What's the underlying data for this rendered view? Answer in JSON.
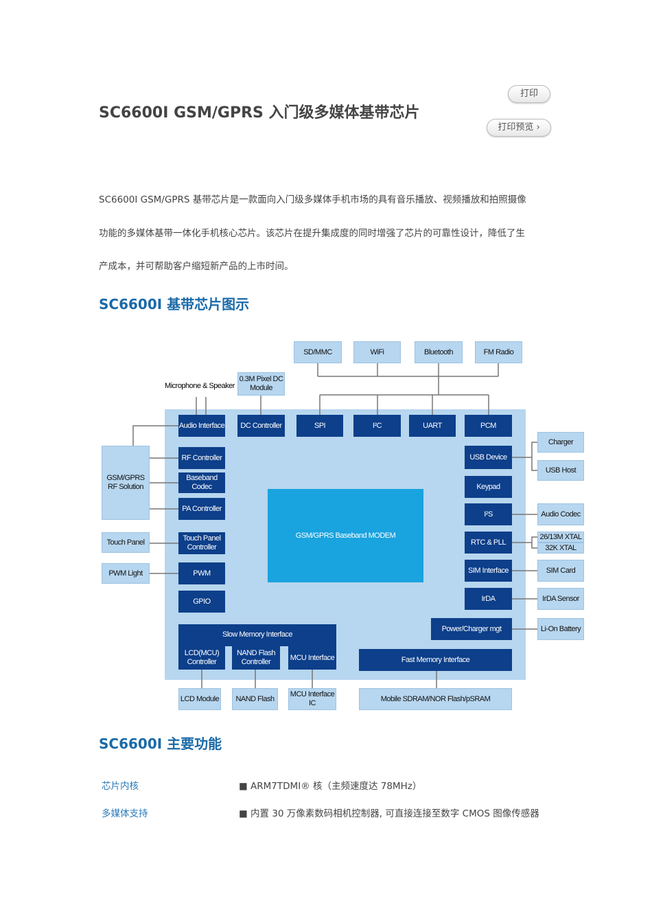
{
  "header": {
    "title": "SC6600I GSM/GPRS 入门级多媒体基带芯片",
    "print": "打印",
    "print_preview": "打印预览 ›"
  },
  "intro": [
    "SC6600I GSM/GPRS 基带芯片是一款面向入门级多媒体手机市场的具有音乐播放、视频播放和拍照摄像",
    "功能的多媒体基带一体化手机核心芯片。该芯片在提升集成度的同时增强了芯片的可靠性设计，降低了生",
    "产成本，并可帮助客户缩短新产品的上市时间。"
  ],
  "section1": "SC6600I 基带芯片图示",
  "diagram": {
    "top": [
      "SD/MMC",
      "WiFi",
      "Bluetooth",
      "FM Radio"
    ],
    "mic": "Microphone & Speaker",
    "dcmodule": "0.3M Pixel DC Module",
    "toprow": [
      "Audio Interface",
      "DC Controller",
      "SPI",
      "I²C",
      "UART",
      "PCM"
    ],
    "leftinner": [
      "RF Controller",
      "Baseband Codec",
      "PA Controller",
      "Touch Panel Controller",
      "PWM",
      "GPIO"
    ],
    "leftouter": [
      "GSM/GPRS RF Solution",
      "Touch Panel",
      "PWM Light"
    ],
    "modem": "GSM/GPRS Baseband MODEM",
    "rightinner": [
      "USB Device",
      "Keypad",
      "I²S",
      "RTC & PLL",
      "SIM Interface",
      "IrDA",
      "Power/Charger mgt"
    ],
    "rightouter": [
      "Charger",
      "USB Host",
      "Audio Codec",
      "26/13M XTAL",
      "32K XTAL",
      "SIM Card",
      "IrDA Sensor",
      "Li-On Battery"
    ],
    "slow": "Slow Memory Interface",
    "slowsub": [
      "LCD(MCU) Controller",
      "NAND Flash Controller",
      "MCU Interface"
    ],
    "fast": "Fast Memory Interface",
    "bottom": [
      "LCD Module",
      "NAND Flash",
      "MCU Interface IC",
      "Mobile SDRAM/NOR Flash/pSRAM"
    ]
  },
  "section2": "SC6600I 主要功能",
  "features": [
    {
      "label": "芯片内核",
      "value": "■ ARM7TDMI® 核（主频速度达 78MHz）"
    },
    {
      "label": "多媒体支持",
      "value": "■ 内置 30 万像素数码相机控制器, 可直接连接至数字 CMOS 图像传感器"
    }
  ]
}
